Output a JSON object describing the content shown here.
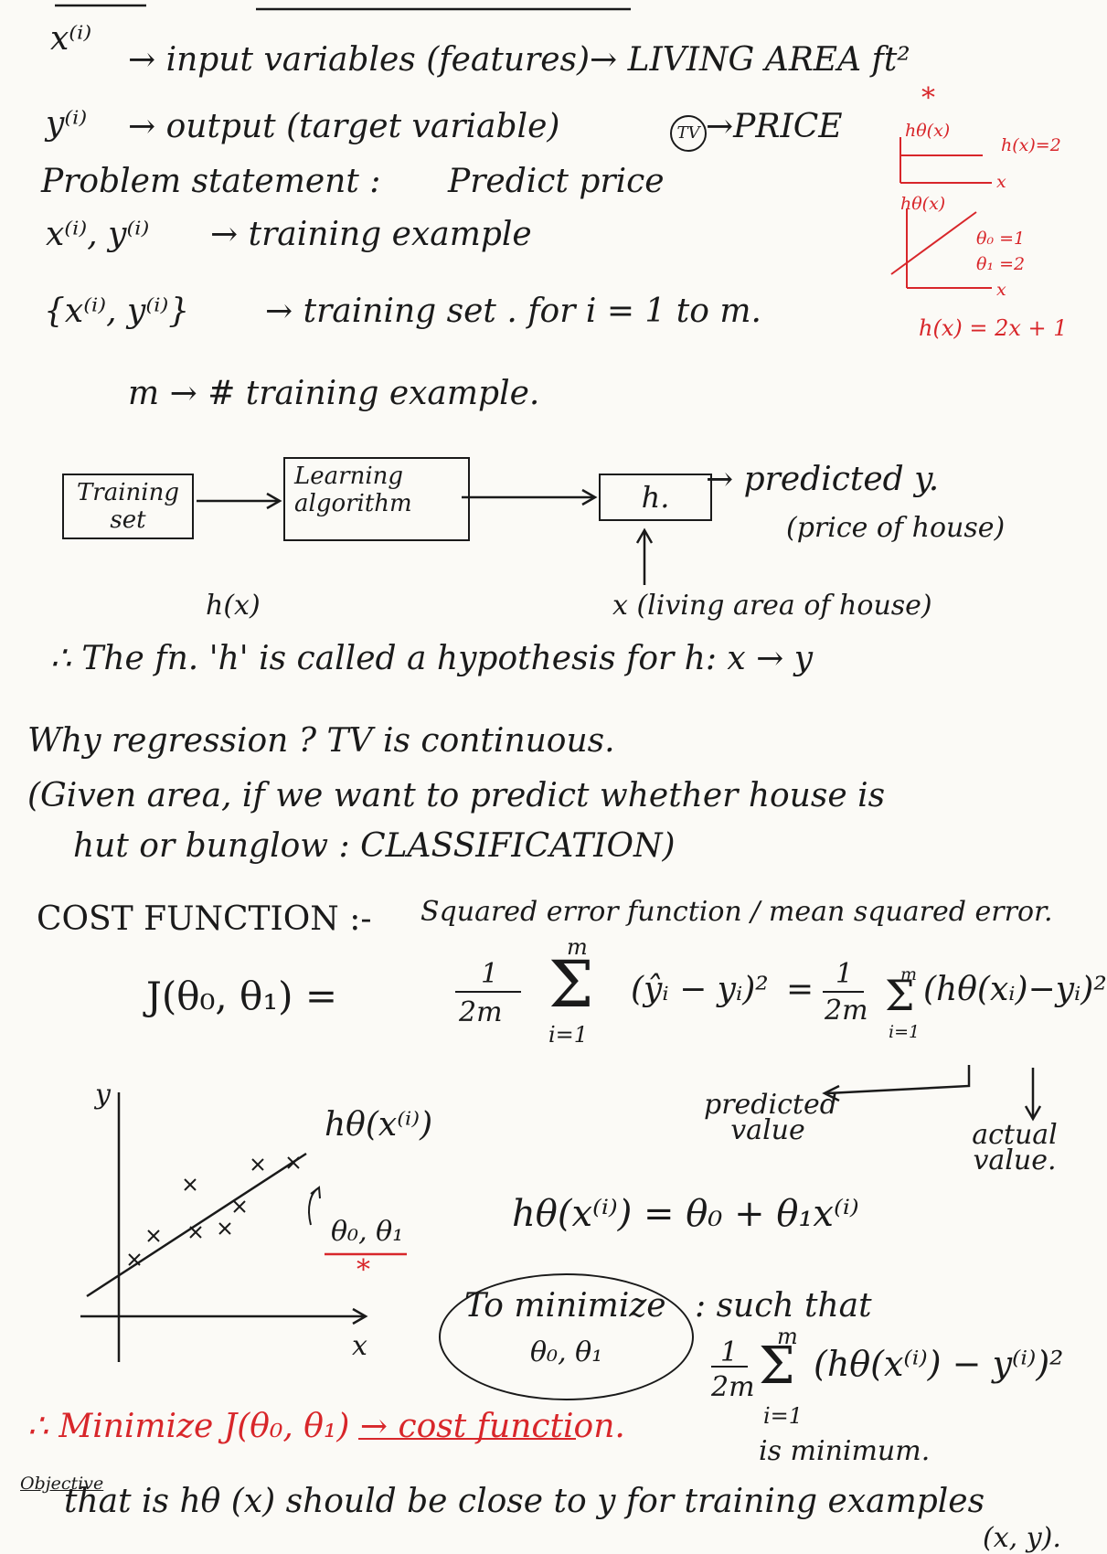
{
  "definitions": {
    "x_sym": "x⁽ⁱ⁾",
    "x_desc": "→ input variables (features)→ LIVING AREA ft²",
    "y_sym": "y⁽ⁱ⁾",
    "y_desc": "→ output (target variable)",
    "tv": "TV",
    "tv_to_price": "→PRICE",
    "problem_label": "Problem statement :",
    "problem_value": "Predict price",
    "pair": "x⁽ⁱ⁾, y⁽ⁱ⁾",
    "pair_desc": "→ training example",
    "set": "{x⁽ⁱ⁾, y⁽ⁱ⁾}",
    "set_desc": "→ training set . for i = 1 to m.",
    "m_desc": "m → # training example."
  },
  "side_notes": {
    "star": "*",
    "plot1_ylabel": "hθ(x)",
    "plot1_eq": "h(x)=2",
    "plot1_xlabel": "x",
    "plot2_ylabel": "hθ(x)",
    "theta0": "θ₀ =1",
    "theta1": "θ₁ =2",
    "plot2_xlabel": "x",
    "plot2_eq": "h(x) = 2x + 1"
  },
  "flow": {
    "training_set": "Training set",
    "learning_algorithm": "Learning algorithm",
    "h": "h.",
    "predicted": "→ predicted y.",
    "predicted_note": "(price of house)",
    "input_note": "x (living area of house)",
    "hx": "h(x)"
  },
  "hypothesis": {
    "text": "∴ The fn. 'h' is called a hypothesis for h: x → y"
  },
  "regression": {
    "line1": "Why regression ? TV is continuous.",
    "line2": "(Given area, if we want to predict whether house is",
    "line3": "hut or bunglow : CLASSIFICATION)"
  },
  "cost": {
    "label": "COST FUNCTION :-",
    "desc": "Squared error function / mean squared error.",
    "formula_lhs": "J(θ₀, θ₁) =",
    "frac1": "1",
    "den1": "2m",
    "sum_top": "m",
    "sum_bottom": "i=1",
    "term1": "(ŷᵢ − yᵢ)²",
    "eq": "=",
    "term2": "(hθ(xᵢ)−yᵢ)²",
    "predicted_value": "predicted value",
    "actual_value": "actual value."
  },
  "graph": {
    "ylabel": "y",
    "xlabel": "x",
    "line_label": "hθ(x⁽ⁱ⁾)",
    "params": "θ₀, θ₁",
    "star": "*"
  },
  "model": {
    "eq": "hθ(x⁽ⁱ⁾) = θ₀ + θ₁x⁽ⁱ⁾",
    "minimize_title": "To minimize",
    "minimize_params": "θ₀, θ₁",
    "such_that": ": such that",
    "frac": "1",
    "den": "2m",
    "sum_top": "m",
    "sum_bottom": "i=1",
    "term": "(hθ(x⁽ⁱ⁾) − y⁽ⁱ⁾)²",
    "is_minimum": "is minimum."
  },
  "conclusion": {
    "minimize": "∴ Minimize J(θ₀, θ₁) → cost function.",
    "objective_label": "Objective",
    "objective_text": "that is hθ (x) should be close to y for training examples",
    "xy": "(x, y)."
  }
}
